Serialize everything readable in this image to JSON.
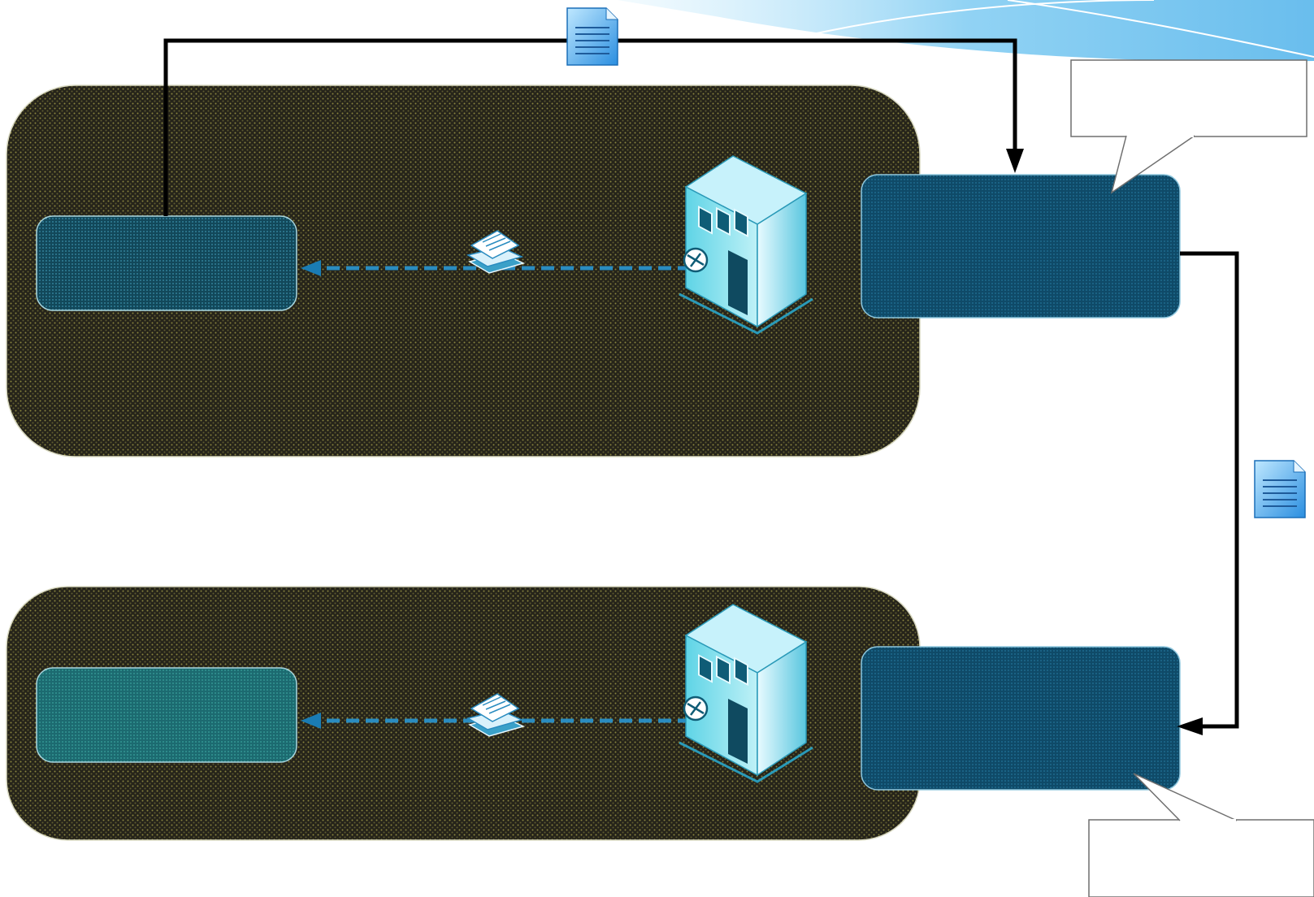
{
  "diagram": {
    "zones": [
      {
        "id": "zone-top",
        "label": ""
      },
      {
        "id": "zone-bottom",
        "label": ""
      }
    ],
    "nodes": [
      {
        "id": "client-top",
        "label": ""
      },
      {
        "id": "client-bottom",
        "label": ""
      },
      {
        "id": "gateway-top",
        "label": ""
      },
      {
        "id": "gateway-bottom",
        "label": ""
      }
    ],
    "callouts": [
      {
        "id": "callout-top",
        "text": ""
      },
      {
        "id": "callout-bottom",
        "text": ""
      }
    ],
    "icons": [
      "server-icon",
      "documents-icon",
      "document-icon"
    ],
    "colors": {
      "zone_fill": "#2e2c19",
      "zone_stipple": "#7d7a3a",
      "node_fill": "#0e4a66",
      "node_fill_alt": "#1b6b73",
      "connector": "#000000",
      "dashed_flow": "#2a8cc0",
      "background_swoosh": "#7ecbf2"
    }
  }
}
